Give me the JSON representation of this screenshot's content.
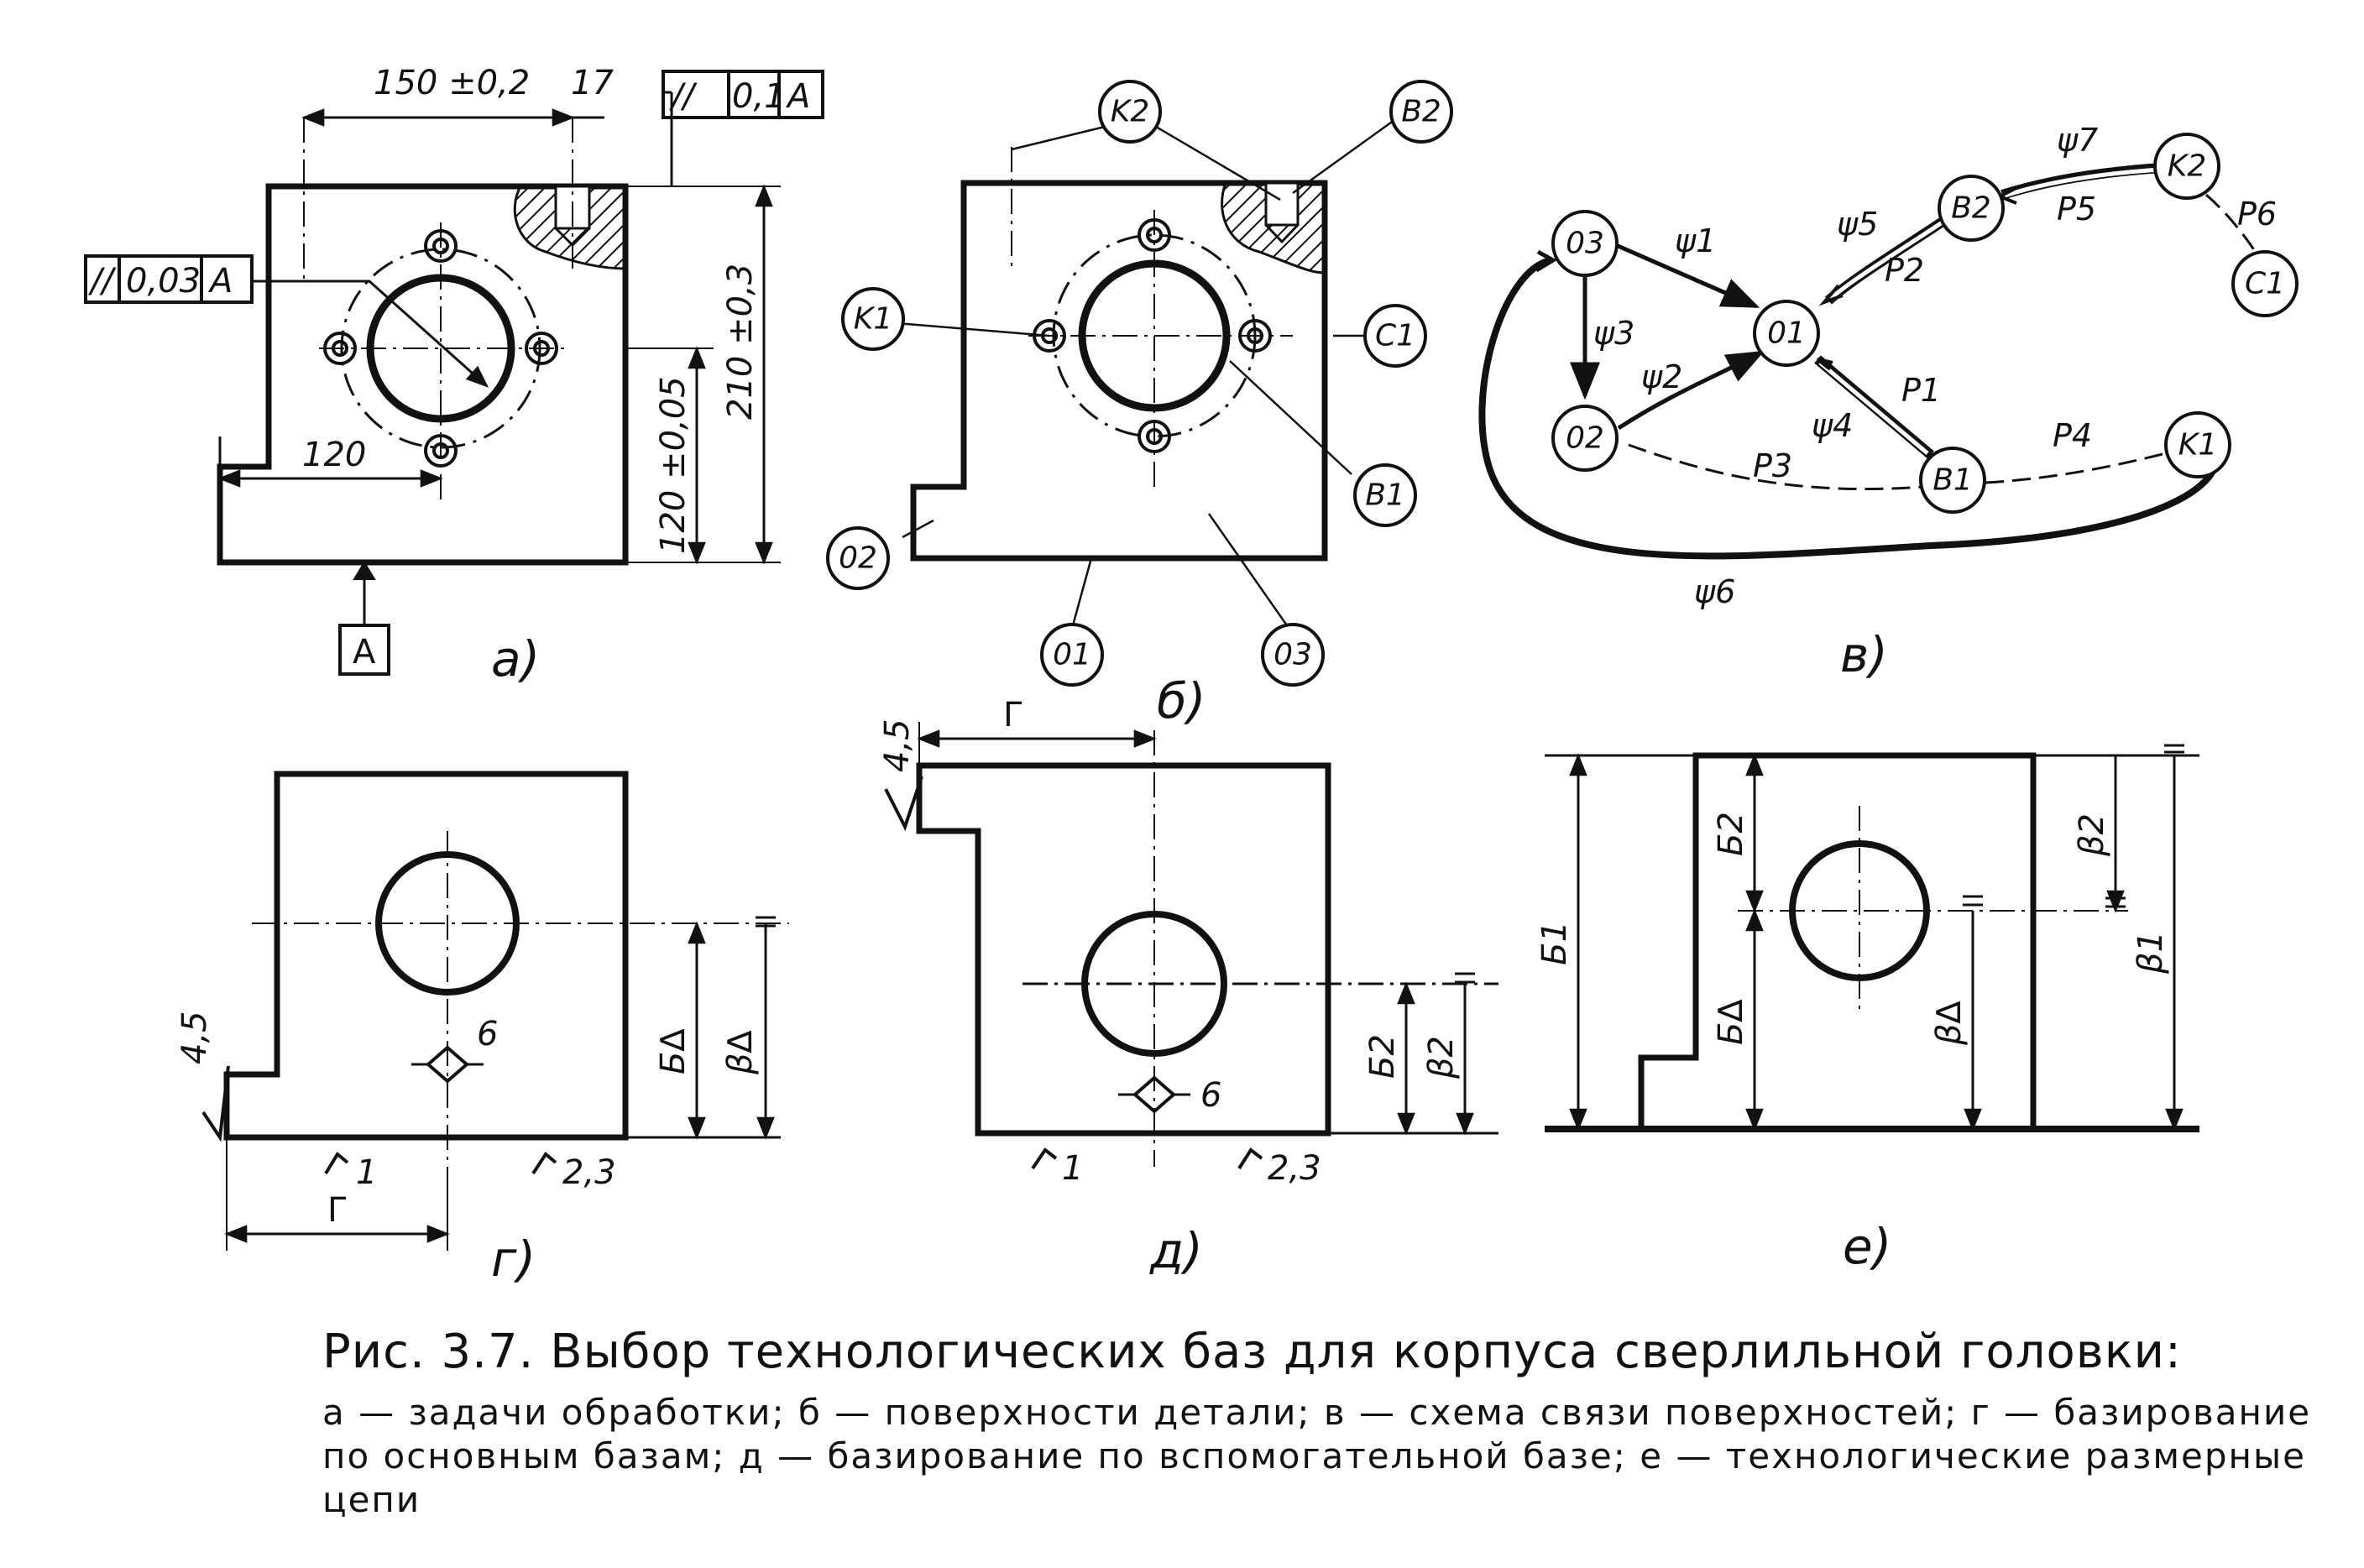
{
  "panel_a": {
    "dim_150": "150 ±0,2",
    "dim_17": "17",
    "tol_top": [
      "//",
      "0,1",
      "A"
    ],
    "tol_left": [
      "//",
      "0,03",
      "A"
    ],
    "dim_210": "210 ±0,3",
    "dim_120v": "120 ±0,05",
    "dim_120h": "120",
    "datum": "A",
    "label": "а)"
  },
  "panel_b": {
    "nodes": [
      "K2",
      "B2",
      "K1",
      "C1",
      "B1",
      "02",
      "01",
      "03"
    ],
    "label": "б)"
  },
  "panel_v": {
    "nodes": [
      "03",
      "01",
      "02",
      "B2",
      "K2",
      "C1",
      "B1",
      "K1"
    ],
    "psi": [
      "ψ1",
      "ψ2",
      "ψ3",
      "ψ4",
      "ψ5",
      "ψ6",
      "ψ7"
    ],
    "p": [
      "P1",
      "P2",
      "P3",
      "P4",
      "P5",
      "P6"
    ],
    "label": "в)"
  },
  "panel_g": {
    "rough": "4,5",
    "support_1": "1",
    "support_23": "2,3",
    "support_6": "6",
    "dim_G": "Г",
    "dim_bd": "Б∆",
    "dim_vd": "β∆",
    "label": "г)"
  },
  "panel_d": {
    "rough": "4,5",
    "support_1": "1",
    "support_23": "2,3",
    "support_6": "6",
    "dim_G": "Г",
    "dim_b2": "Б2",
    "dim_v2": "β2",
    "label": "д)"
  },
  "panel_e": {
    "dim_b1": "Б1",
    "dim_b2": "Б2",
    "dim_bd": "Б∆",
    "dim_vd": "β∆",
    "dim_v2": "β2",
    "dim_v1": "β1",
    "label": "е)"
  },
  "caption": {
    "title": "Рис. 3.7. Выбор технологических баз для корпуса сверлильной головки:",
    "body": "а — задачи обработки; б — поверхности детали; в — схема связи поверхностей; г — базирование по основным базам; д — базирование по вспомогательной базе; е — технологические размерные цепи"
  }
}
